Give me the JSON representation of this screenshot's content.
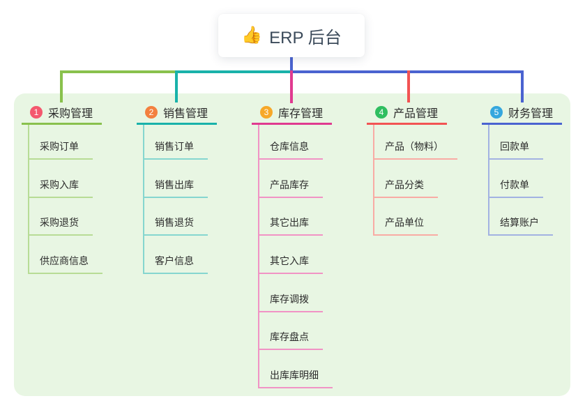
{
  "root": {
    "emoji": "👍",
    "label": "ERP 后台"
  },
  "colors": {
    "panel_bg": "#e8f6e3",
    "trunk_blue": "#4a63d0",
    "trunk_teal": "#19b2aa",
    "trunk_green": "#89c14d",
    "trunk_magenta": "#e03a90",
    "trunk_red": "#f25353"
  },
  "branches": [
    {
      "index": "1",
      "label": "采购管理",
      "badge_color": "#f4586e",
      "line_color": "#89c14d",
      "child_line_color": "#b7dc95",
      "children": [
        "采购订单",
        "采购入库",
        "采购退货",
        "供应商信息"
      ]
    },
    {
      "index": "2",
      "label": "销售管理",
      "badge_color": "#f3803f",
      "line_color": "#19b2aa",
      "child_line_color": "#85d6cf",
      "children": [
        "销售订单",
        "销售出库",
        "销售退货",
        "客户信息"
      ]
    },
    {
      "index": "3",
      "label": "库存管理",
      "badge_color": "#f7a829",
      "line_color": "#e03a90",
      "child_line_color": "#f193c5",
      "children": [
        "仓库信息",
        "产品库存",
        "其它出库",
        "其它入库",
        "库存调拨",
        "库存盘点",
        "出库库明细"
      ]
    },
    {
      "index": "4",
      "label": "产品管理",
      "badge_color": "#2fbe60",
      "line_color": "#f25353",
      "child_line_color": "#f9aba4",
      "children": [
        "产品（物料）",
        "产品分类",
        "产品单位"
      ]
    },
    {
      "index": "5",
      "label": "财务管理",
      "badge_color": "#35a7de",
      "line_color": "#4a63d0",
      "child_line_color": "#a2b2e2",
      "children": [
        "回款单",
        "付款单",
        "结算账户"
      ]
    }
  ]
}
